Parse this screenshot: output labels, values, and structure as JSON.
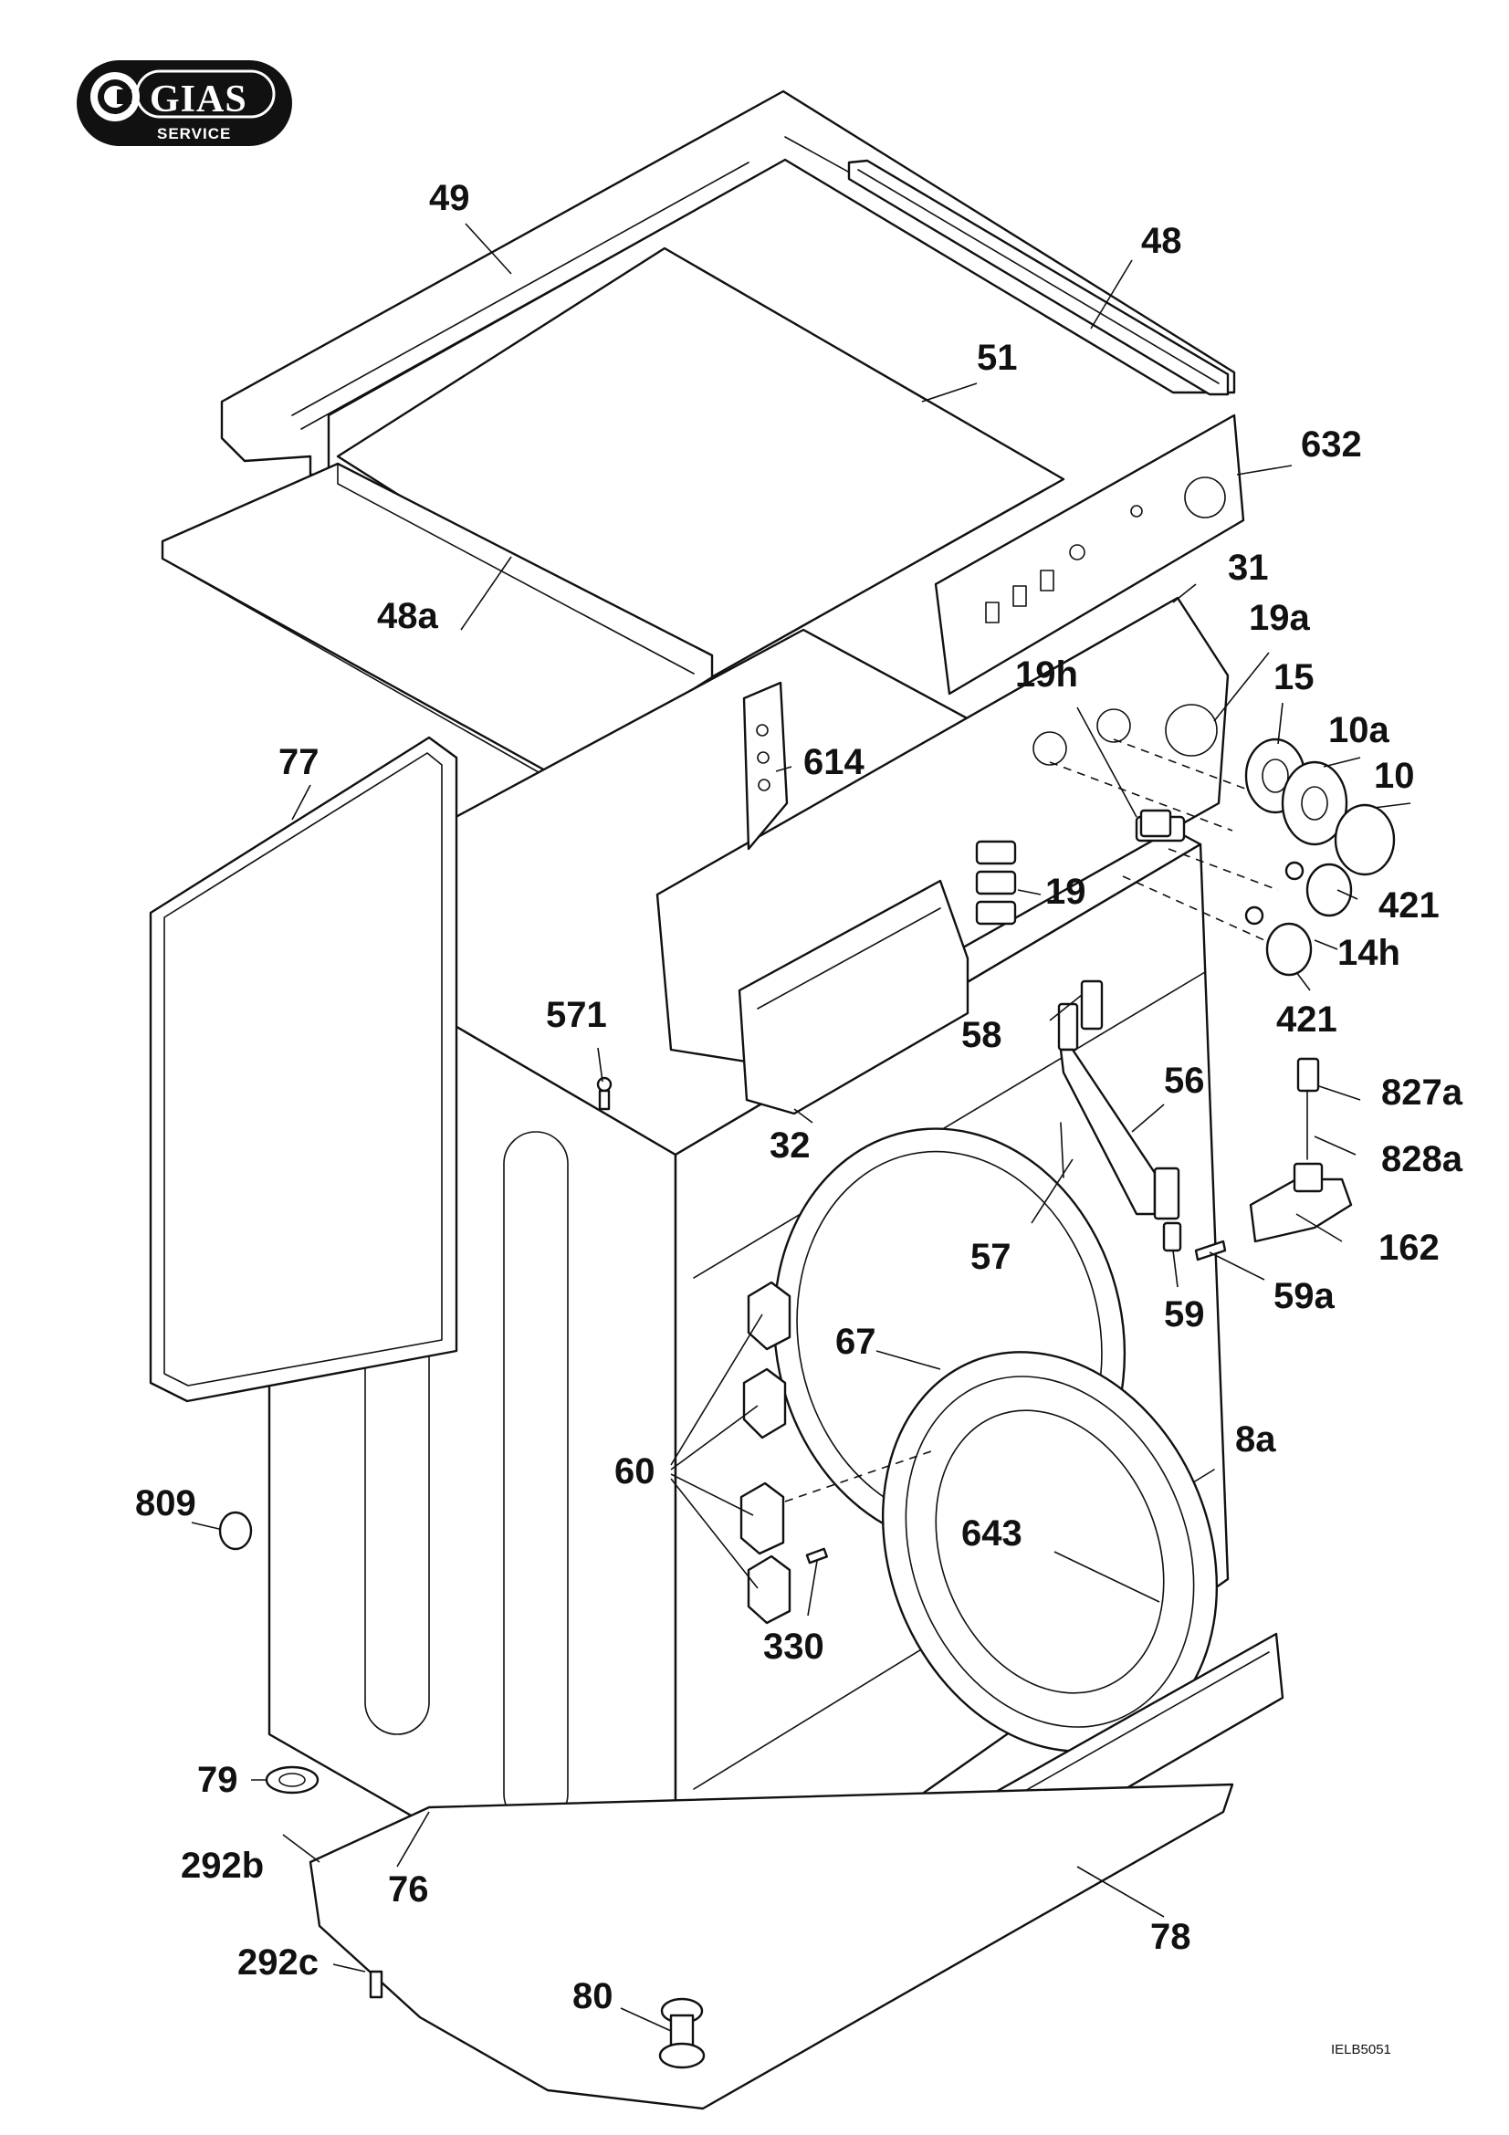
{
  "logo": {
    "brand": "GIAS",
    "subtitle": "SERVICE"
  },
  "drawing_id": "IELB5051",
  "parts": [
    {
      "number": "49"
    },
    {
      "number": "48"
    },
    {
      "number": "51"
    },
    {
      "number": "632"
    },
    {
      "number": "31"
    },
    {
      "number": "48a"
    },
    {
      "number": "19a"
    },
    {
      "number": "19h"
    },
    {
      "number": "15"
    },
    {
      "number": "10a"
    },
    {
      "number": "10"
    },
    {
      "number": "77"
    },
    {
      "number": "614"
    },
    {
      "number": "19"
    },
    {
      "number": "421"
    },
    {
      "number": "14h"
    },
    {
      "number": "421"
    },
    {
      "number": "571"
    },
    {
      "number": "58"
    },
    {
      "number": "56"
    },
    {
      "number": "827a"
    },
    {
      "number": "32"
    },
    {
      "number": "828a"
    },
    {
      "number": "162"
    },
    {
      "number": "57"
    },
    {
      "number": "59"
    },
    {
      "number": "59a"
    },
    {
      "number": "67"
    },
    {
      "number": "8a"
    },
    {
      "number": "60"
    },
    {
      "number": "809"
    },
    {
      "number": "643"
    },
    {
      "number": "330"
    },
    {
      "number": "79"
    },
    {
      "number": "292b"
    },
    {
      "number": "76"
    },
    {
      "number": "78"
    },
    {
      "number": "292c"
    },
    {
      "number": "80"
    }
  ]
}
